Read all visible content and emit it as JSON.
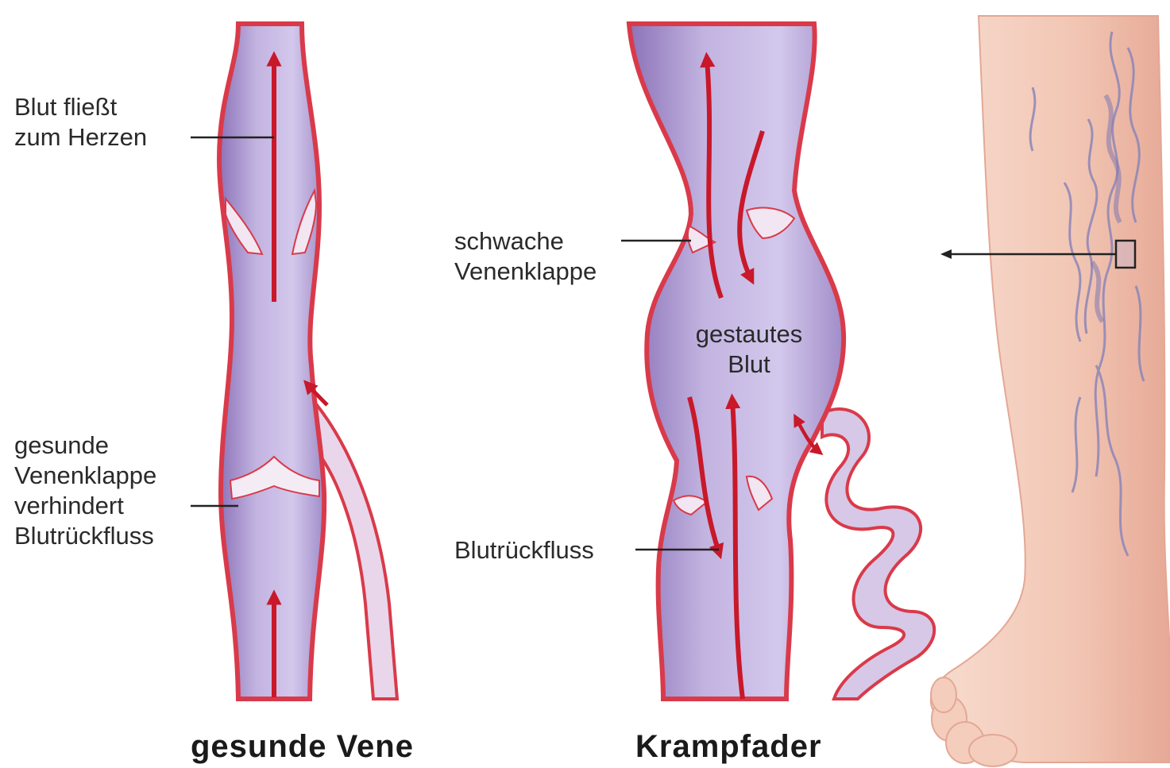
{
  "labels": {
    "blood_to_heart": [
      "Blut fließt",
      "zum Herzen"
    ],
    "healthy_valve": [
      "gesunde",
      "Venenklappe",
      "verhindert",
      "Blutrückfluss"
    ],
    "weak_valve": [
      "schwache",
      "Venenklappe"
    ],
    "pooled_blood": [
      "gestautes",
      "Blut"
    ],
    "backflow": "Blutrückfluss"
  },
  "captions": {
    "healthy": "gesunde Vene",
    "varicose": "Krampfader"
  },
  "colors": {
    "vein_wall": "#d93a4a",
    "vein_fill": "#b8a6d8",
    "vein_fill_dark": "#9077bb",
    "arrow": "#c8182a",
    "skin": "#f4cdbd",
    "skin_shadow": "#e3a895",
    "varicose_vessel": "#8d86b8",
    "leader_line": "#222222"
  }
}
